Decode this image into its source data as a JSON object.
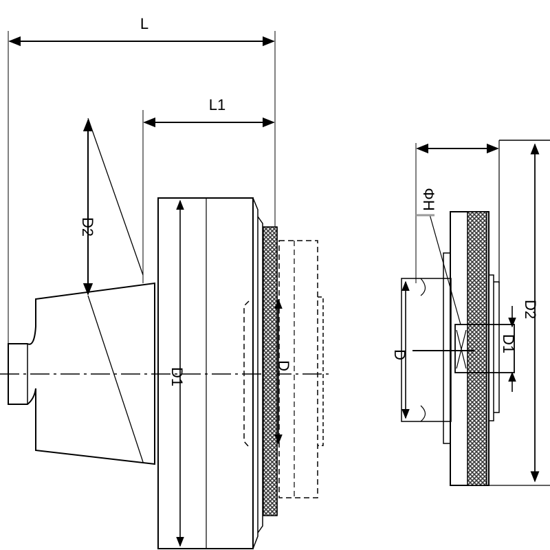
{
  "drawing": {
    "labels": {
      "L": "L",
      "L1": "L1",
      "D2_left": "D2",
      "D1_left": "D1",
      "D_left": "D",
      "PhiH": "ΦH",
      "D_right": "D",
      "D1_right": "D1",
      "D2_right": "D2"
    },
    "colors": {
      "line": "#000000",
      "background": "#ffffff",
      "knurl": "#3a3a3a"
    }
  }
}
